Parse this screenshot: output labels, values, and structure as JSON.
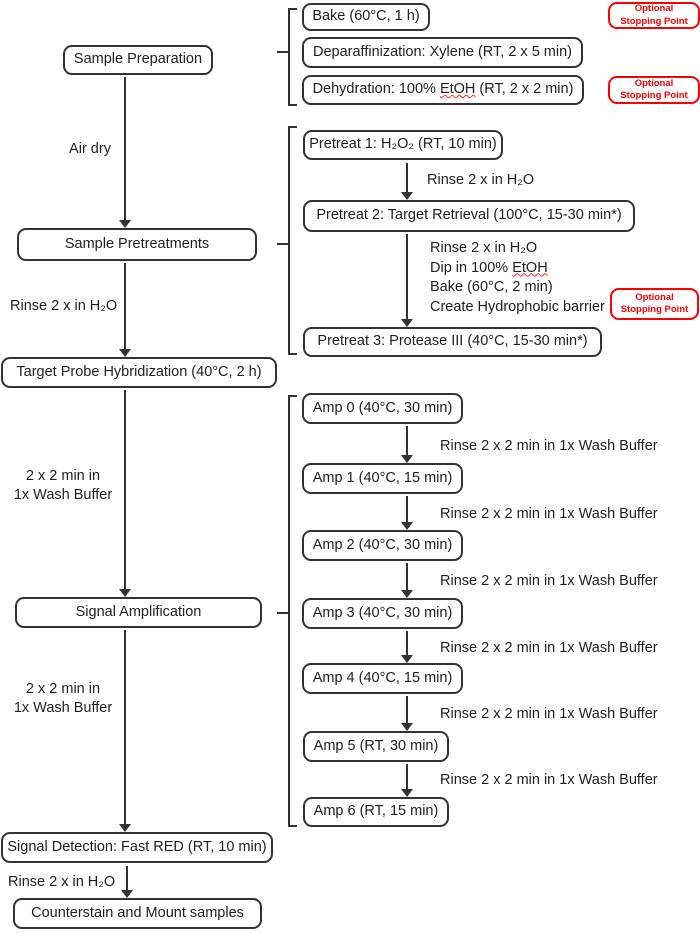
{
  "palette": {
    "ink": "#1f1f1f",
    "line": "#333333",
    "red": "#fe0000",
    "background": "#ffffff"
  },
  "stages": {
    "sample_preparation": "Sample Preparation",
    "sample_pretreatments": "Sample Pretreatments",
    "target_probe_hybridization": "Target Probe Hybridization (40°C, 2 h)",
    "signal_amplification": "Signal Amplification",
    "signal_detection": "Signal Detection: Fast RED (RT, 10 min)",
    "counterstain": "Counterstain and Mount samples"
  },
  "stage_annotations": {
    "air_dry": "Air dry",
    "rinse_water": "Rinse 2 x in H₂O",
    "wash_buffer_2x2": "2 x 2 min in\n1x Wash Buffer"
  },
  "sample_prep_steps": {
    "bake": "Bake (60°C, 1 h)",
    "deparaffinization": "Deparaffinization: Xylene (RT, 2 x 5 min)",
    "dehydration_pre": "Dehydration: 100% ",
    "dehydration_etoh": "EtOH",
    "dehydration_post": " (RT, 2 x 2 min)"
  },
  "pretreat_steps": {
    "pretreat1": "Pretreat 1: H₂O₂ (RT, 10 min)",
    "rinse_after_pretreat1": "Rinse 2 x in H₂O",
    "pretreat2": "Pretreat 2: Target Retrieval (100°C, 15-30 min*)",
    "after_pretreat2_line1": "Rinse 2 x in H₂O",
    "after_pretreat2_line2_pre": "Dip in 100% ",
    "after_pretreat2_line2_etoh": "EtOH",
    "after_pretreat2_line3": "Bake (60°C, 2 min)",
    "after_pretreat2_line4": "Create Hydrophobic barrier",
    "pretreat3": "Pretreat 3: Protease III (40°C, 15-30 min*)"
  },
  "amplification_steps": {
    "amp0": "Amp 0 (40°C, 30 min)",
    "amp1": "Amp 1 (40°C, 15 min)",
    "amp2": "Amp 2 (40°C, 30 min)",
    "amp3": "Amp 3 (40°C, 30 min)",
    "amp4": "Amp 4 (40°C, 15 min)",
    "amp5": "Amp 5 (RT, 30 min)",
    "amp6": "Amp 6 (RT, 15 min)",
    "rinse_wash_buffer": "Rinse 2 x 2 min in 1x Wash Buffer"
  },
  "callouts": {
    "optional_stopping_point": "Optional\nStopping Point"
  }
}
